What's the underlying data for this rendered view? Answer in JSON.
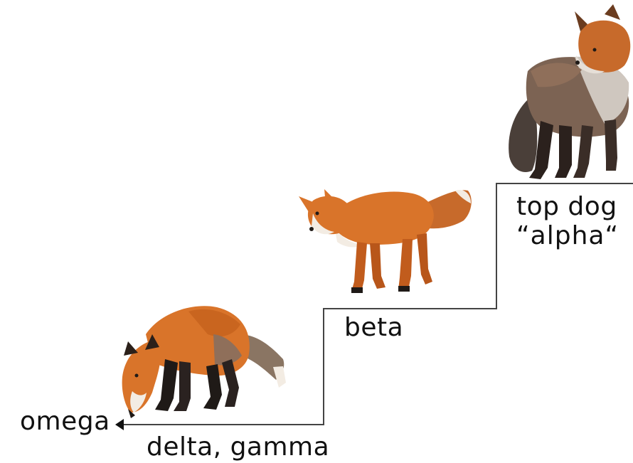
{
  "labels": {
    "omega": "omega",
    "delta_gamma": "delta, gamma",
    "beta": "beta",
    "top_dog_line1": "top dog",
    "top_dog_line2": "“alpha“"
  },
  "colors": {
    "fox_orange": "#d9742a",
    "fox_dark_orange": "#b8561a",
    "fox_grey_brown": "#7c6353",
    "fox_light": "#f3ece3",
    "fox_black": "#1f1a17",
    "line": "#333333"
  },
  "icons": {
    "omega_fox": "sniffing-fox-icon",
    "beta_fox": "submissive-fox-icon",
    "alpha_fox": "standing-fox-icon",
    "arrow": "arrow-left-icon"
  }
}
